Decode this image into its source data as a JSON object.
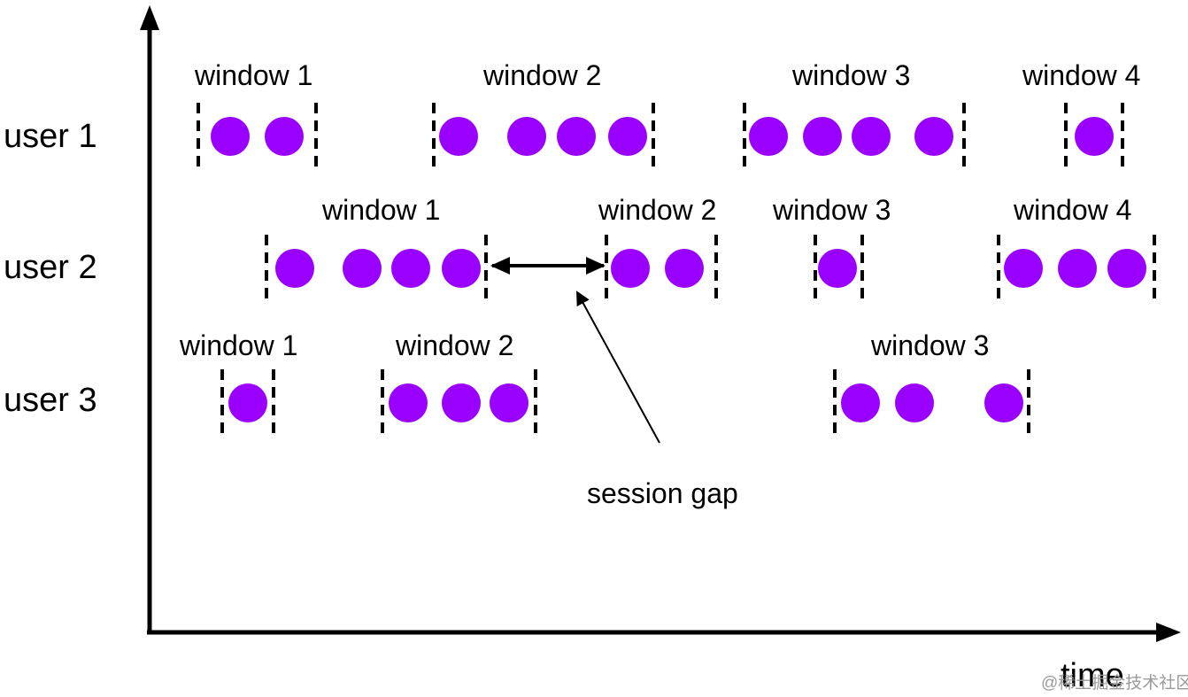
{
  "colors": {
    "event": "#9900ff",
    "line": "#000000",
    "watermark": "#9a9a9a"
  },
  "axis": {
    "x_label": "time"
  },
  "users": [
    {
      "label": "user 1",
      "windows": [
        {
          "label": "window 1",
          "events": 2
        },
        {
          "label": "window 2",
          "events": 4
        },
        {
          "label": "window 3",
          "events": 4
        },
        {
          "label": "window 4",
          "events": 1
        }
      ]
    },
    {
      "label": "user 2",
      "windows": [
        {
          "label": "window 1",
          "events": 4
        },
        {
          "label": "window 2",
          "events": 2
        },
        {
          "label": "window 3",
          "events": 1
        },
        {
          "label": "window 4",
          "events": 3
        }
      ]
    },
    {
      "label": "user 3",
      "windows": [
        {
          "label": "window 1",
          "events": 1
        },
        {
          "label": "window 2",
          "events": 3
        },
        {
          "label": "window 3",
          "events": 3
        }
      ]
    }
  ],
  "annotation": {
    "label": "session gap",
    "between": "user 2 window 1 and window 2"
  },
  "watermark": "@稀土掘金技术社区"
}
